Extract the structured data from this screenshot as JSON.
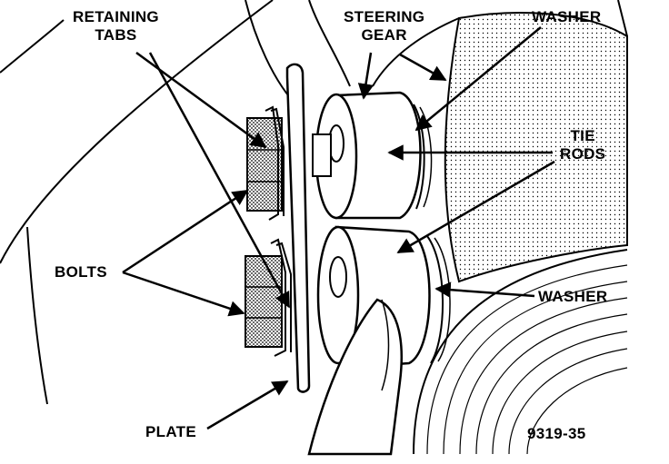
{
  "labels": {
    "retaining_tabs_line1": "RETAINING",
    "retaining_tabs_line2": "TABS",
    "steering_gear_line1": "STEERING",
    "steering_gear_line2": "GEAR",
    "washer_top": "WASHER",
    "tie_rods_line1": "TIE",
    "tie_rods_line2": "RODS",
    "bolts": "BOLTS",
    "washer_bottom": "WASHER",
    "plate": "PLATE",
    "figure_number": "9319-35"
  },
  "colors": {
    "ink": "#000000",
    "paper": "#ffffff",
    "shade": "#9a9a9a"
  }
}
